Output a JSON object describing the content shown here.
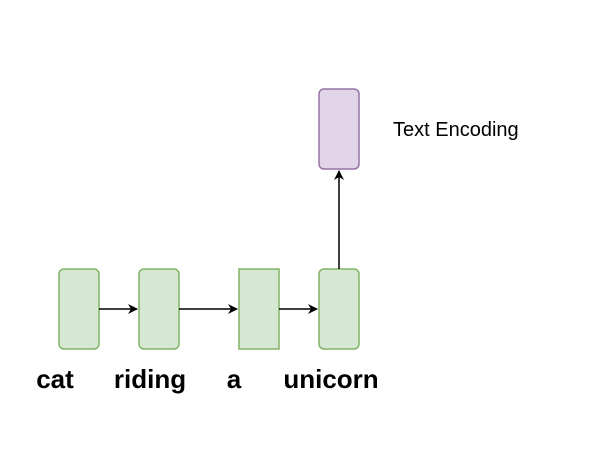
{
  "diagram": {
    "tokens": [
      {
        "word": "cat"
      },
      {
        "word": "riding"
      },
      {
        "word": "a"
      },
      {
        "word": "unicorn"
      }
    ],
    "output_label": "Text Encoding",
    "colors": {
      "cell_fill": "#d5e8d4",
      "cell_stroke": "#82b366",
      "output_fill": "#e1d5e7",
      "output_stroke": "#9673a6",
      "arrow": "#000000",
      "text": "#000000"
    }
  }
}
